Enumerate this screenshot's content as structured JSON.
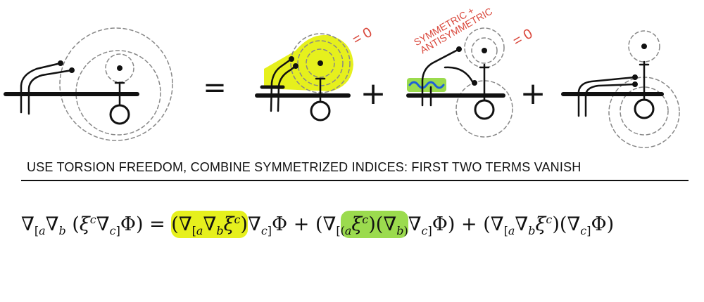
{
  "diagram": {
    "operators": {
      "equals": "=",
      "plus": "+"
    },
    "annotations": {
      "zero_1": "= 0",
      "zero_2": "= 0",
      "sym_line1": "SYMMETRIC +",
      "sym_line2": "ANTISYMMETRIC"
    },
    "colors": {
      "ink": "#111111",
      "dashed": "#888888",
      "highlight_yellow": "#e6f01d",
      "highlight_green": "#9bdb4e",
      "wave_blue": "#1e5fd8",
      "annotation_red": "#d9463a"
    }
  },
  "caption": "USE TORSION FREEDOM, COMBINE SYMMETRIZED INDICES: FIRST TWO TERMS VANISH",
  "equation": {
    "lhs": "∇[a∇b (ξc∇c]Φ) =",
    "term1": "(∇[a∇bξc)∇c]Φ",
    "term2": "(∇[(aξc)(∇b)∇c]Φ)",
    "term3": "(∇[a∇bξc)(∇c]Φ)"
  }
}
